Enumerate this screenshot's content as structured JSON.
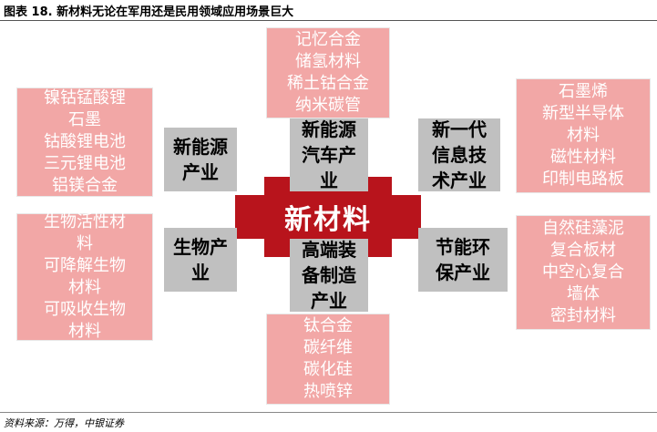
{
  "title": "图表 18. 新材料无论在军用还是民用领域应用场景巨大",
  "source": "资料来源：万得，中银证券",
  "center": "新材料",
  "colors": {
    "hub": "#b8141c",
    "pink": "#f2a7a6",
    "gray": "#c0c0c0"
  },
  "industries": {
    "new_energy": [
      "新能源",
      "产业"
    ],
    "nev": [
      "新能源",
      "汽车产",
      "业"
    ],
    "it": [
      "新一代",
      "信息技",
      "术产业"
    ],
    "bio": [
      "生物产",
      "业"
    ],
    "equipment": [
      "高端装",
      "备制造",
      "产业"
    ],
    "energy_saving": [
      "节能环",
      "保产业"
    ]
  },
  "materials": {
    "top": [
      "记忆合金",
      "储氢材料",
      "稀土钴合金",
      "纳米碳管"
    ],
    "left_top": [
      "镍钴锰酸锂",
      "石墨",
      "钴酸锂电池",
      "三元锂电池",
      "铝镁合金"
    ],
    "right_top": [
      "石墨烯",
      "新型半导体",
      "材料",
      "磁性材料",
      "印制电路板"
    ],
    "left_bottom": [
      "生物活性材",
      "料",
      "可降解生物",
      "材料",
      "可吸收生物",
      "材料"
    ],
    "right_bottom": [
      "自然硅藻泥",
      "复合板材",
      "中空心复合",
      "墙体",
      "密封材料"
    ],
    "bottom": [
      "钛合金",
      "碳纤维",
      "碳化硅",
      "热喷锌"
    ]
  }
}
